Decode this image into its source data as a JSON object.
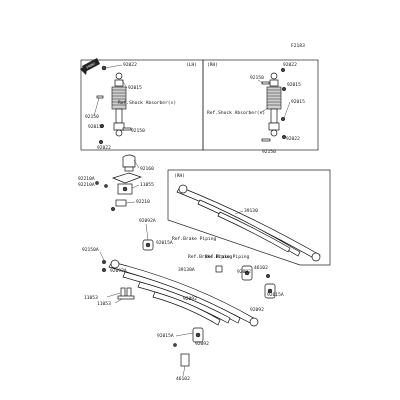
{
  "diagram": {
    "code": "F2183",
    "front_marker": "FRONT"
  },
  "left_shock": {
    "side_label": "(LH)",
    "ref_label": "Ref.Shock Absorber(s)",
    "parts": [
      "92022",
      "92015",
      "92150",
      "92015",
      "92150",
      "92022"
    ]
  },
  "right_shock": {
    "side_label": "(RH)",
    "ref_label": "Ref.Shock Absorber(s)",
    "parts": [
      "92022",
      "92150",
      "92015",
      "92015",
      "92150",
      "92022"
    ]
  },
  "bump_stop": {
    "parts": [
      "92160",
      "92210A",
      "92210A",
      "11055",
      "92210"
    ]
  },
  "right_spring": {
    "side_label": "(RH)",
    "parts": [
      "39130"
    ],
    "ref_brake": "Ref.Brake Piping"
  },
  "left_spring": {
    "ref_brake_1": "Ref.Brake Piping",
    "ref_brake_2": "Ref.Brake Piping",
    "parts": [
      "92092A",
      "92015A",
      "92150A",
      "92092A",
      "11053",
      "11053",
      "39130A",
      "92092",
      "92015A",
      "46102",
      "92092",
      "92015A",
      "92092",
      "46102",
      "92092"
    ]
  }
}
